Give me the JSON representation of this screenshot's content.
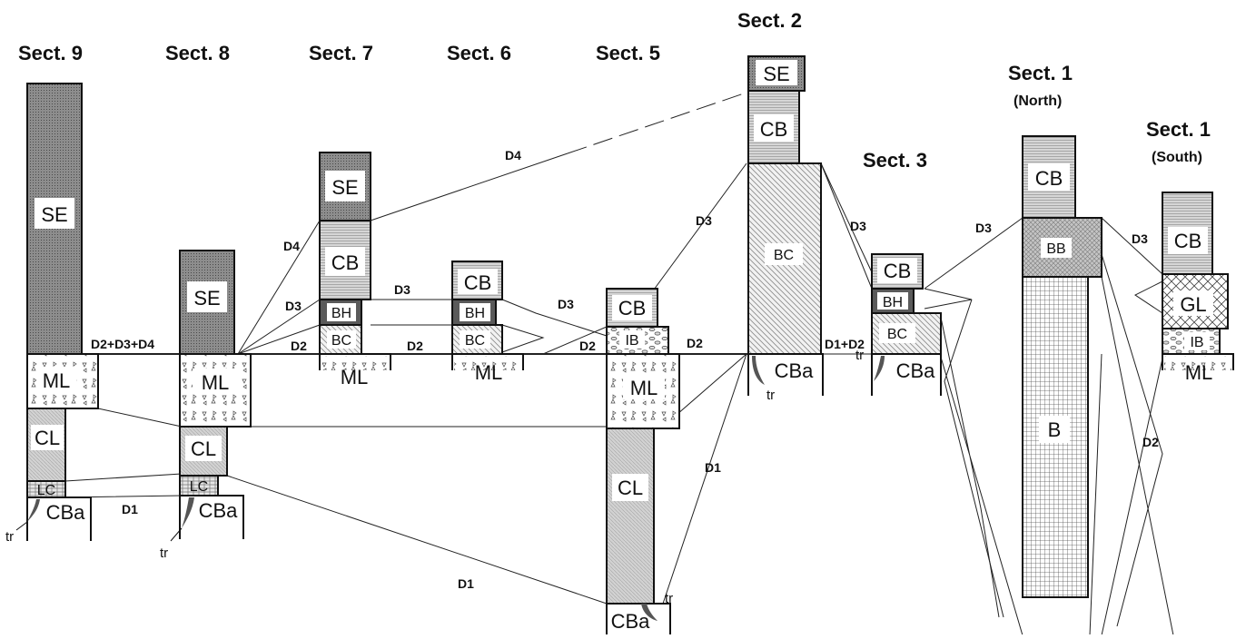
{
  "sections": {
    "s9": "Sect. 9",
    "s8": "Sect. 8",
    "s7": "Sect. 7",
    "s6": "Sect. 6",
    "s5": "Sect. 5",
    "s2": "Sect. 2",
    "s3": "Sect. 3",
    "s1n": "Sect. 1",
    "s1n_sub": "(North)",
    "s1s": "Sect. 1",
    "s1s_sub": "(South)"
  },
  "units": {
    "SE": "SE",
    "ML": "ML",
    "CL": "CL",
    "LC": "LC",
    "CBa": "CBa",
    "CB": "CB",
    "BH": "BH",
    "BC": "BC",
    "IB": "IB",
    "BB": "BB",
    "B": "B",
    "GL": "GL"
  },
  "discontinuities": {
    "d1": "D1",
    "d2": "D2",
    "d3": "D3",
    "d4": "D4",
    "d1d2": "D1+D2",
    "d2d3d4": "D2+D3+D4"
  },
  "tr": "tr",
  "colors": {
    "SE": "#9a9a9a",
    "CB": "#cfcfcf",
    "BH": "#6a6a6a",
    "BC": "#e4e4e4",
    "CL": "#d8d8d8",
    "BB": "#bdbdbd"
  }
}
